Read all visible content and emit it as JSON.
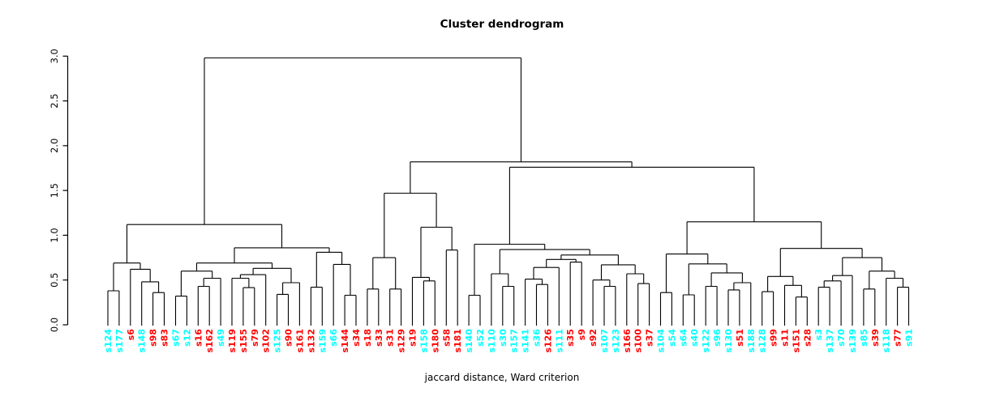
{
  "title": "Cluster dendrogram",
  "xlabel": "jaccard distance, Ward criterion",
  "chart_data": {
    "type": "dendrogram",
    "title": "Cluster dendrogram",
    "xlabel": "jaccard distance, Ward criterion",
    "ylabel": "",
    "ylim": [
      0.0,
      3.0
    ],
    "y_ticks": [
      "0.0",
      "0.5",
      "1.0",
      "1.5",
      "2.0",
      "2.5",
      "3.0"
    ],
    "grid": "off",
    "legend": "none",
    "line_color": "#000000",
    "leaf_colors": {
      "cyan": "#00FFFF",
      "red": "#FF0000"
    },
    "leaves": [
      {
        "label": "s124",
        "color": "cyan"
      },
      {
        "label": "s177",
        "color": "cyan"
      },
      {
        "label": "s6",
        "color": "red"
      },
      {
        "label": "s148",
        "color": "cyan"
      },
      {
        "label": "s98",
        "color": "red"
      },
      {
        "label": "s83",
        "color": "red"
      },
      {
        "label": "s67",
        "color": "cyan"
      },
      {
        "label": "s12",
        "color": "cyan"
      },
      {
        "label": "s16",
        "color": "red"
      },
      {
        "label": "s162",
        "color": "red"
      },
      {
        "label": "s49",
        "color": "cyan"
      },
      {
        "label": "s119",
        "color": "red"
      },
      {
        "label": "s155",
        "color": "red"
      },
      {
        "label": "s79",
        "color": "red"
      },
      {
        "label": "s102",
        "color": "red"
      },
      {
        "label": "s125",
        "color": "cyan"
      },
      {
        "label": "s90",
        "color": "red"
      },
      {
        "label": "s161",
        "color": "red"
      },
      {
        "label": "s132",
        "color": "red"
      },
      {
        "label": "s159",
        "color": "cyan"
      },
      {
        "label": "s66",
        "color": "cyan"
      },
      {
        "label": "s144",
        "color": "red"
      },
      {
        "label": "s34",
        "color": "red"
      },
      {
        "label": "s18",
        "color": "red"
      },
      {
        "label": "s33",
        "color": "red"
      },
      {
        "label": "s31",
        "color": "red"
      },
      {
        "label": "s129",
        "color": "red"
      },
      {
        "label": "s19",
        "color": "red"
      },
      {
        "label": "s158",
        "color": "cyan"
      },
      {
        "label": "s180",
        "color": "red"
      },
      {
        "label": "s58",
        "color": "red"
      },
      {
        "label": "s181",
        "color": "red"
      },
      {
        "label": "s140",
        "color": "cyan"
      },
      {
        "label": "s52",
        "color": "cyan"
      },
      {
        "label": "s110",
        "color": "cyan"
      },
      {
        "label": "s30",
        "color": "cyan"
      },
      {
        "label": "s157",
        "color": "cyan"
      },
      {
        "label": "s141",
        "color": "cyan"
      },
      {
        "label": "s36",
        "color": "cyan"
      },
      {
        "label": "s126",
        "color": "red"
      },
      {
        "label": "s111",
        "color": "cyan"
      },
      {
        "label": "s35",
        "color": "red"
      },
      {
        "label": "s9",
        "color": "red"
      },
      {
        "label": "s92",
        "color": "red"
      },
      {
        "label": "s107",
        "color": "cyan"
      },
      {
        "label": "s123",
        "color": "cyan"
      },
      {
        "label": "s166",
        "color": "red"
      },
      {
        "label": "s100",
        "color": "red"
      },
      {
        "label": "s37",
        "color": "red"
      },
      {
        "label": "s104",
        "color": "cyan"
      },
      {
        "label": "s54",
        "color": "cyan"
      },
      {
        "label": "s64",
        "color": "cyan"
      },
      {
        "label": "s40",
        "color": "cyan"
      },
      {
        "label": "s122",
        "color": "cyan"
      },
      {
        "label": "s96",
        "color": "cyan"
      },
      {
        "label": "s130",
        "color": "cyan"
      },
      {
        "label": "s51",
        "color": "red"
      },
      {
        "label": "s188",
        "color": "cyan"
      },
      {
        "label": "s128",
        "color": "cyan"
      },
      {
        "label": "s99",
        "color": "red"
      },
      {
        "label": "s11",
        "color": "red"
      },
      {
        "label": "s151",
        "color": "red"
      },
      {
        "label": "s28",
        "color": "red"
      },
      {
        "label": "s3",
        "color": "cyan"
      },
      {
        "label": "s137",
        "color": "cyan"
      },
      {
        "label": "s70",
        "color": "cyan"
      },
      {
        "label": "s139",
        "color": "cyan"
      },
      {
        "label": "s85",
        "color": "cyan"
      },
      {
        "label": "s39",
        "color": "red"
      },
      {
        "label": "s118",
        "color": "cyan"
      },
      {
        "label": "s77",
        "color": "red"
      },
      {
        "label": "s91",
        "color": "cyan"
      }
    ],
    "tree": {
      "h": 2.98,
      "c": [
        {
          "h": 1.12,
          "c": [
            {
              "h": 0.69,
              "c": [
                {
                  "h": 0.38,
                  "c": [
                    "s124",
                    "s177"
                  ]
                },
                {
                  "h": 0.62,
                  "c": [
                    "s6",
                    {
                      "h": 0.48,
                      "c": [
                        "s148",
                        {
                          "h": 0.36,
                          "c": [
                            "s98",
                            "s83"
                          ]
                        }
                      ]
                    }
                  ]
                }
              ]
            },
            {
              "h": 0.86,
              "c": [
                {
                  "h": 0.69,
                  "c": [
                    {
                      "h": 0.6,
                      "c": [
                        {
                          "h": 0.32,
                          "c": [
                            "s67",
                            "s12"
                          ]
                        },
                        {
                          "h": 0.52,
                          "c": [
                            {
                              "h": 0.43,
                              "c": [
                                "s16",
                                "s162"
                              ]
                            },
                            "s49"
                          ]
                        }
                      ]
                    },
                    {
                      "h": 0.63,
                      "c": [
                        {
                          "h": 0.56,
                          "c": [
                            {
                              "h": 0.52,
                              "c": [
                                "s119",
                                {
                                  "h": 0.415,
                                  "c": [
                                    "s155",
                                    "s79"
                                  ]
                                }
                              ]
                            },
                            "s102"
                          ]
                        },
                        {
                          "h": 0.47,
                          "c": [
                            {
                              "h": 0.34,
                              "c": [
                                "s125",
                                "s90"
                              ]
                            },
                            "s161"
                          ]
                        }
                      ]
                    }
                  ]
                },
                {
                  "h": 0.81,
                  "c": [
                    {
                      "h": 0.42,
                      "c": [
                        "s132",
                        "s159"
                      ]
                    },
                    {
                      "h": 0.675,
                      "c": [
                        "s66",
                        {
                          "h": 0.33,
                          "c": [
                            "s144",
                            "s34"
                          ]
                        }
                      ]
                    }
                  ]
                }
              ]
            }
          ]
        },
        {
          "h": 1.82,
          "c": [
            {
              "h": 1.47,
              "c": [
                {
                  "h": 0.75,
                  "c": [
                    {
                      "h": 0.4,
                      "c": [
                        "s18",
                        "s33"
                      ]
                    },
                    {
                      "h": 0.4,
                      "c": [
                        "s31",
                        "s129"
                      ]
                    }
                  ]
                },
                {
                  "h": 1.09,
                  "c": [
                    {
                      "h": 0.53,
                      "c": [
                        "s19",
                        {
                          "h": 0.49,
                          "c": [
                            "s158",
                            "s180"
                          ]
                        }
                      ]
                    },
                    {
                      "h": 0.835,
                      "c": [
                        "s58",
                        "s181"
                      ]
                    }
                  ]
                }
              ]
            },
            {
              "h": 1.76,
              "c": [
                {
                  "h": 0.9,
                  "c": [
                    {
                      "h": 0.33,
                      "c": [
                        "s140",
                        "s52"
                      ]
                    },
                    {
                      "h": 0.84,
                      "c": [
                        {
                          "h": 0.57,
                          "c": [
                            "s110",
                            {
                              "h": 0.43,
                              "c": [
                                "s30",
                                "s157"
                              ]
                            }
                          ]
                        },
                        {
                          "h": 0.78,
                          "c": [
                            {
                              "h": 0.73,
                              "c": [
                                {
                                  "h": 0.64,
                                  "c": [
                                    {
                                      "h": 0.51,
                                      "c": [
                                        "s141",
                                        {
                                          "h": 0.45,
                                          "c": [
                                            "s36",
                                            "s126"
                                          ]
                                        }
                                      ]
                                    },
                                    "s111"
                                  ]
                                },
                                {
                                  "h": 0.7,
                                  "c": [
                                    "s35",
                                    "s9"
                                  ]
                                }
                              ]
                            },
                            {
                              "h": 0.67,
                              "c": [
                                {
                                  "h": 0.5,
                                  "c": [
                                    "s92",
                                    {
                                      "h": 0.43,
                                      "c": [
                                        "s107",
                                        "s123"
                                      ]
                                    }
                                  ]
                                },
                                {
                                  "h": 0.57,
                                  "c": [
                                    "s166",
                                    {
                                      "h": 0.46,
                                      "c": [
                                        "s100",
                                        "s37"
                                      ]
                                    }
                                  ]
                                }
                              ]
                            }
                          ]
                        }
                      ]
                    }
                  ]
                },
                {
                  "h": 1.15,
                  "c": [
                    {
                      "h": 0.79,
                      "c": [
                        {
                          "h": 0.36,
                          "c": [
                            "s104",
                            "s54"
                          ]
                        },
                        {
                          "h": 0.68,
                          "c": [
                            {
                              "h": 0.335,
                              "c": [
                                "s64",
                                "s40"
                              ]
                            },
                            {
                              "h": 0.58,
                              "c": [
                                {
                                  "h": 0.43,
                                  "c": [
                                    "s122",
                                    "s96"
                                  ]
                                },
                                {
                                  "h": 0.47,
                                  "c": [
                                    {
                                      "h": 0.39,
                                      "c": [
                                        "s130",
                                        "s51"
                                      ]
                                    },
                                    "s188"
                                  ]
                                }
                              ]
                            }
                          ]
                        }
                      ]
                    },
                    {
                      "h": 0.853,
                      "c": [
                        {
                          "h": 0.54,
                          "c": [
                            {
                              "h": 0.37,
                              "c": [
                                "s128",
                                "s99"
                              ]
                            },
                            {
                              "h": 0.44,
                              "c": [
                                "s11",
                                {
                                  "h": 0.31,
                                  "c": [
                                    "s151",
                                    "s28"
                                  ]
                                }
                              ]
                            }
                          ]
                        },
                        {
                          "h": 0.75,
                          "c": [
                            {
                              "h": 0.55,
                              "c": [
                                {
                                  "h": 0.49,
                                  "c": [
                                    {
                                      "h": 0.42,
                                      "c": [
                                        "s3",
                                        "s137"
                                      ]
                                    },
                                    "s70"
                                  ]
                                },
                                "s139"
                              ]
                            },
                            {
                              "h": 0.6,
                              "c": [
                                {
                                  "h": 0.4,
                                  "c": [
                                    "s85",
                                    "s39"
                                  ]
                                },
                                {
                                  "h": 0.52,
                                  "c": [
                                    "s118",
                                    {
                                      "h": 0.42,
                                      "c": [
                                        "s77",
                                        "s91"
                                      ]
                                    }
                                  ]
                                }
                              ]
                            }
                          ]
                        }
                      ]
                    }
                  ]
                }
              ]
            }
          ]
        }
      ]
    }
  }
}
